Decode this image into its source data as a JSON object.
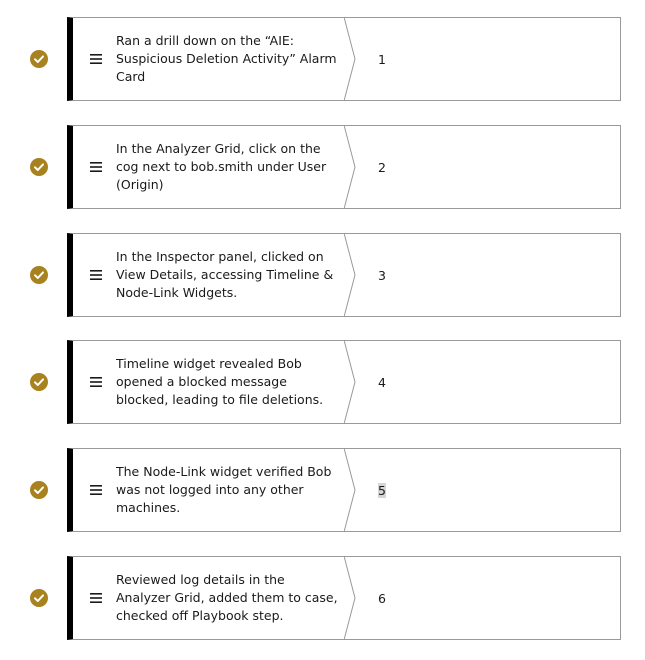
{
  "theme": {
    "check_color": "#a8821f",
    "card_border": "#9a9a9a",
    "accent_bar": "#000000"
  },
  "steps": [
    {
      "text": "Ran a drill down on the “AIE: Suspicious Deletion Activity” Alarm Card",
      "number": "1",
      "completed": true,
      "icon": "check-circle-icon",
      "handle_icon": "drag-handle-icon"
    },
    {
      "text": "In the Analyzer Grid, click on the cog next to bob.smith under User (Origin)",
      "number": "2",
      "completed": true,
      "icon": "check-circle-icon",
      "handle_icon": "drag-handle-icon"
    },
    {
      "text": "In the Inspector panel, clicked on View Details, accessing Timeline & Node-Link Widgets.",
      "number": "3",
      "completed": true,
      "icon": "check-circle-icon",
      "handle_icon": "drag-handle-icon"
    },
    {
      "text": "Timeline widget revealed Bob opened a blocked message blocked, leading to file deletions.",
      "number": "4",
      "completed": true,
      "icon": "check-circle-icon",
      "handle_icon": "drag-handle-icon"
    },
    {
      "text": "The Node-Link widget verified Bob was not logged into any other machines.",
      "number": "5",
      "completed": true,
      "icon": "check-circle-icon",
      "handle_icon": "drag-handle-icon",
      "number_selected": true
    },
    {
      "text": "Reviewed log details in the Analyzer Grid, added them to case, checked off Playbook step.",
      "number": "6",
      "completed": true,
      "icon": "check-circle-icon",
      "handle_icon": "drag-handle-icon"
    }
  ]
}
